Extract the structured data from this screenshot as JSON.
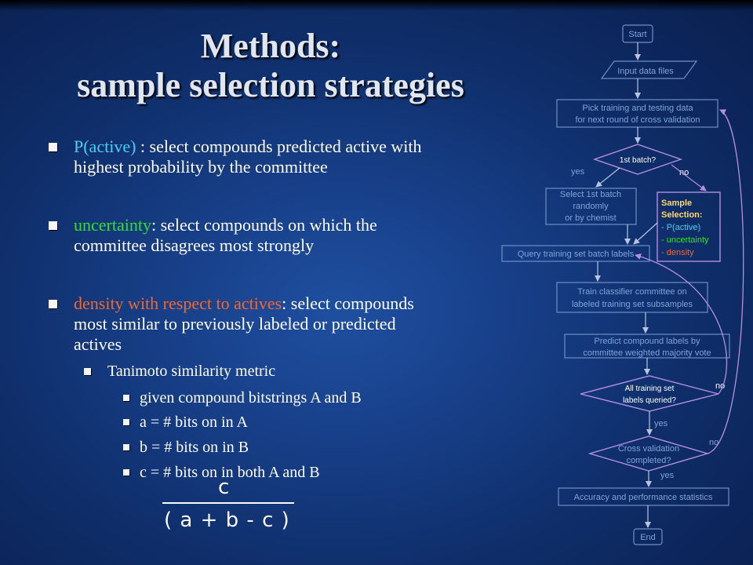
{
  "slide": {
    "title_line1": "Methods:",
    "title_line2": "sample selection strategies"
  },
  "bullets": {
    "b1_label": "P(active)",
    "b1_rest": " : select compounds predicted active with",
    "b1_line2": "highest probability by the committee",
    "b2_label": "uncertainty",
    "b2_rest": ": select compounds on which the",
    "b2_line2": "committee disagrees most strongly",
    "b3_label": "density with respect to actives",
    "b3_rest": ": select compounds",
    "b3_line2": "most similar to previously labeled or predicted",
    "b3_line3": "actives",
    "sub1": "Tanimoto similarity metric",
    "subsub": [
      "given compound bitstrings A and B",
      "a = # bits on in A",
      "b = # bits on in B",
      "c = # bits on in both A and B"
    ]
  },
  "formula": {
    "numerator": "c",
    "denominator": "( a + b - c )"
  },
  "flowchart": {
    "start": "Start",
    "input": "Input data files",
    "pick_line1": "Pick training and testing data",
    "pick_line2": "for next round of cross validation",
    "first_batch": "1st batch?",
    "first_batch_sup": "st",
    "yes1": "yes",
    "no1": "no",
    "select_line1": "Select 1st batch",
    "select_line2": "randomly",
    "select_line3": "or by chemist",
    "sample_sel_title": "Sample",
    "sample_sel_title2": "Selection:",
    "sample_sel_items": [
      "- P(active)",
      "- uncertainty",
      "- density"
    ],
    "query": "Query training set batch labels",
    "train_line1": "Train  classifier committee on",
    "train_line2": "labeled training set subsamples",
    "predict_line1": "Predict compound labels by",
    "predict_line2": "committee weighted majority vote",
    "all_line1": "All training set",
    "all_line2": "labels queried?",
    "no2": "no",
    "yes2": "yes",
    "cv_line1": "Cross validation",
    "cv_line2": "completed?",
    "no3": "no",
    "yes3": "yes",
    "accuracy": "Accuracy and performance statistics",
    "end": "End"
  },
  "colors": {
    "cyan": "#46d2ee",
    "green": "#2fe02f",
    "red": "#f4682d",
    "flow_text": "#7fa3d8",
    "purple_arrow": "#b48fe0",
    "sample_yellow": "#ffd86b"
  }
}
